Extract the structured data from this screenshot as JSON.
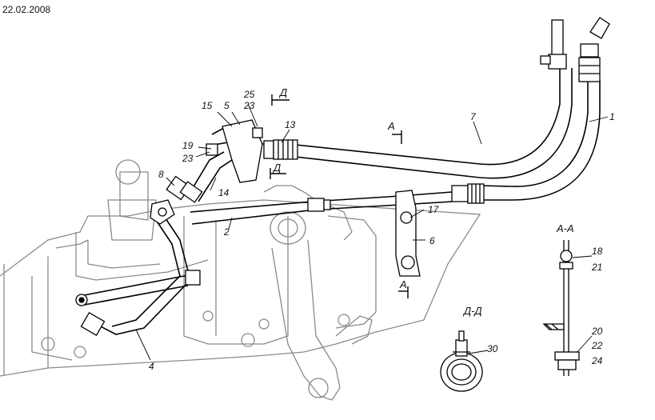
{
  "date_stamp": "22.02.2008",
  "labels": {
    "l1": "1",
    "l2": "2",
    "l4": "4",
    "l5": "5",
    "l6": "6",
    "l7": "7",
    "l8": "8",
    "l13": "13",
    "l14": "14",
    "l15": "15",
    "l17": "17",
    "l18": "18",
    "l19": "19",
    "l20": "20",
    "l21": "21",
    "l22": "22",
    "l23a": "23",
    "l23b": "23",
    "l24": "24",
    "l25": "25",
    "l30": "30"
  },
  "section_marks": {
    "a_top": "А",
    "a_bottom": "А",
    "d_top": "Д",
    "d_mid": "Д"
  },
  "section_titles": {
    "aa": "А-А",
    "dd": "Д-Д"
  }
}
